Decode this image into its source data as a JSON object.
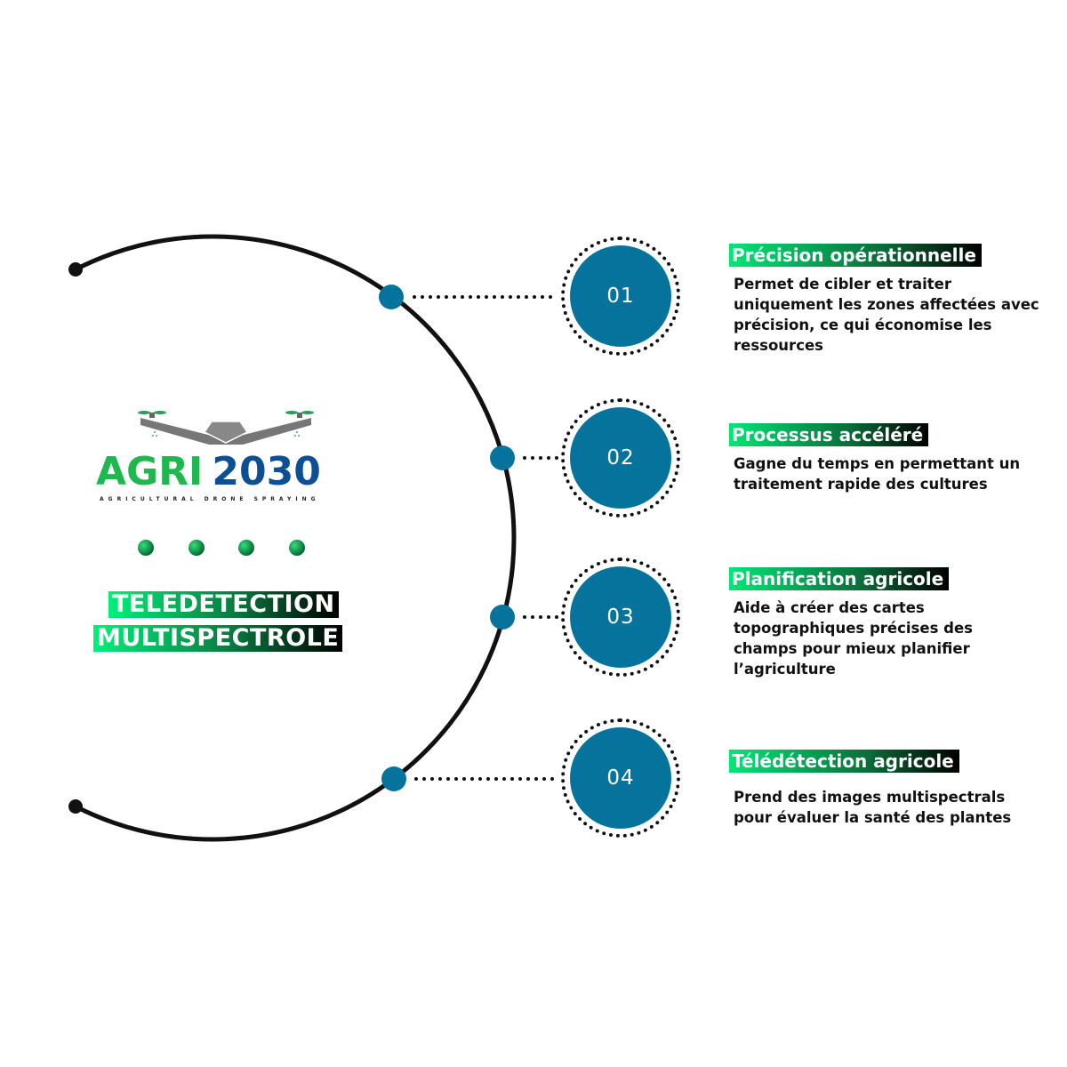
{
  "logo": {
    "word1": "AGRI",
    "word2": "2030",
    "tagline": "AGRICULTURAL DRONE SPRAYING"
  },
  "heading": {
    "line1": "TELEDETECTION",
    "line2": "MULTISPECTROLE"
  },
  "colors": {
    "accent_blue": "#05739b",
    "green": "#00e676"
  },
  "items": [
    {
      "number": "01",
      "title": "Précision opérationnelle",
      "desc": "Permet de cibler et traiter uniquement les zones affectées avec précision, ce qui économise les ressources"
    },
    {
      "number": "02",
      "title": "Processus accéléré",
      "desc": "Gagne du temps en permettant un traitement rapide des cultures"
    },
    {
      "number": "03",
      "title": "Planification agricole",
      "desc": "Aide à créer des cartes topographiques précises des champs pour mieux planifier l’agriculture"
    },
    {
      "number": "04",
      "title": "Télédétection agricole",
      "desc": "Prend des images multispectrals pour évaluer la santé des plantes"
    }
  ]
}
